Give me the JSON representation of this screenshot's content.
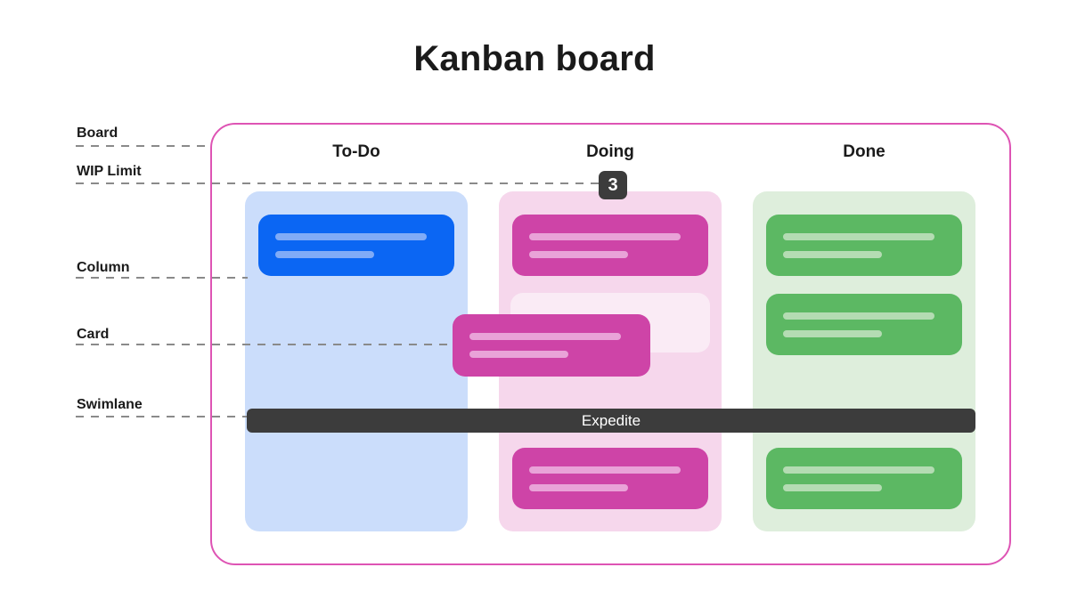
{
  "title": "Kanban board",
  "annotations": {
    "board": "Board",
    "wip_limit": "WIP Limit",
    "column": "Column",
    "card": "Card",
    "swimlane": "Swimlane"
  },
  "board": {
    "columns": [
      {
        "name": "To-Do"
      },
      {
        "name": "Doing",
        "wip_limit": "3"
      },
      {
        "name": "Done"
      }
    ],
    "swimlane_label": "Expedite"
  },
  "colors": {
    "text": "#1a1a1a",
    "dash": "#8a8a8a",
    "board_border": "#de54b4",
    "dark": "#3c3c3c",
    "todo_col": "#cbddfb",
    "todo_card": "#0b66f3",
    "todo_line": "#80abf7",
    "doing_col": "#f6d7ec",
    "doing_card": "#ce44a7",
    "doing_line": "#e9a3d8",
    "ghost_card": "#faebf5",
    "done_col": "#deeedc",
    "done_card": "#5cb863",
    "done_line": "#b4dcb3"
  }
}
